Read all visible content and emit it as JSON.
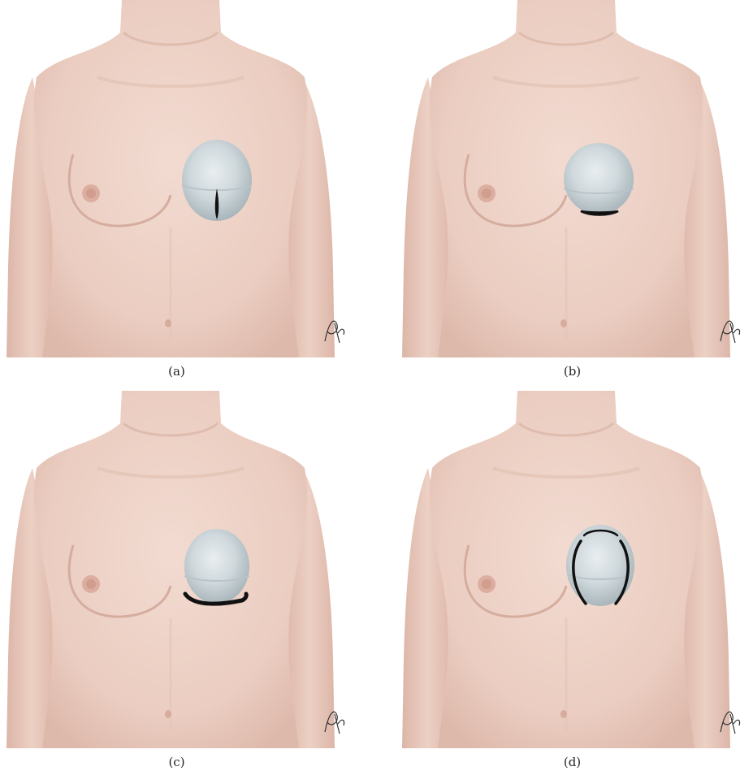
{
  "panels": [
    {
      "id": "a",
      "label": "(a)",
      "incision": "vertical"
    },
    {
      "id": "b",
      "label": "(b)",
      "incision": "inframammary-short"
    },
    {
      "id": "c",
      "label": "(c)",
      "incision": "inframammary-long"
    },
    {
      "id": "d",
      "label": "(d)",
      "incision": "bilateral-curved"
    }
  ],
  "colors": {
    "skin": "#efd3c8",
    "skin_shade": "#e2bfb2",
    "implant": "#c9d2d6",
    "incision": "#111111"
  }
}
